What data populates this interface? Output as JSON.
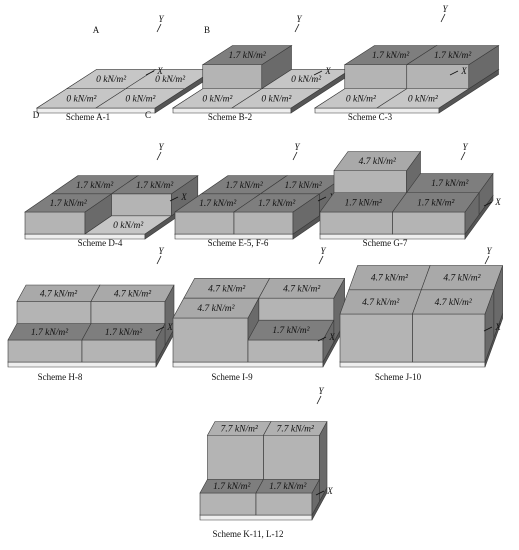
{
  "colors": {
    "top_unloaded": "#c6c6c6",
    "top_17": "#7e7e7e",
    "top_47": "#a9a9a9",
    "top_77": "#b0b0b0",
    "side_light": "#9a9a9a",
    "side_dark": "#6a6a6a",
    "front_light": "#b4b4b4",
    "front_dark": "#8a8a8a",
    "base": "#eeeeee",
    "base_side": "#555555",
    "edge": "#3a3a3a"
  },
  "axes": {
    "y": "Y",
    "x": "X"
  },
  "corners": {
    "a": "A",
    "b": "B",
    "c": "C",
    "d": "D"
  },
  "schemes": [
    {
      "id": "a1",
      "caption": "Scheme A-1",
      "panels": [
        {
          "pos": "back-left",
          "label": "0 kN/m²",
          "kind": "unloaded",
          "levels": 0
        },
        {
          "pos": "back-right",
          "label": "0 kN/m²",
          "kind": "unloaded",
          "levels": 0
        },
        {
          "pos": "front-left",
          "label": "0 kN/m²",
          "kind": "unloaded",
          "levels": 0
        },
        {
          "pos": "front-right",
          "label": "0 kN/m²",
          "kind": "unloaded",
          "levels": 0
        }
      ]
    },
    {
      "id": "b2",
      "caption": "Scheme B-2",
      "panels": [
        {
          "pos": "back-left",
          "label": "1.7 kN/m²",
          "kind": "1.7",
          "levels": 1
        },
        {
          "pos": "back-right",
          "label": "0 kN/m²",
          "kind": "unloaded",
          "levels": 0
        },
        {
          "pos": "front-left",
          "label": "0 kN/m²",
          "kind": "unloaded",
          "levels": 0
        },
        {
          "pos": "front-right",
          "label": "0 kN/m²",
          "kind": "unloaded",
          "levels": 0
        }
      ]
    },
    {
      "id": "c3",
      "caption": "Scheme C-3",
      "panels": [
        {
          "pos": "back-left",
          "label": "1.7 kN/m²",
          "kind": "1.7",
          "levels": 1
        },
        {
          "pos": "back-right",
          "label": "1.7 kN/m²",
          "kind": "1.7",
          "levels": 1
        },
        {
          "pos": "front-left",
          "label": "0 kN/m²",
          "kind": "unloaded",
          "levels": 0
        },
        {
          "pos": "front-right",
          "label": "0 kN/m²",
          "kind": "unloaded",
          "levels": 0
        }
      ]
    },
    {
      "id": "d4",
      "caption": "Scheme D-4",
      "panels": [
        {
          "pos": "back-left",
          "label": "1.7 kN/m²",
          "kind": "1.7",
          "levels": 1
        },
        {
          "pos": "back-right",
          "label": "1.7 kN/m²",
          "kind": "1.7",
          "levels": 1
        },
        {
          "pos": "front-left",
          "label": "1.7 kN/m²",
          "kind": "1.7",
          "levels": 1
        },
        {
          "pos": "front-right",
          "label": "0 kN/m²",
          "kind": "unloaded",
          "levels": 0
        }
      ]
    },
    {
      "id": "e5",
      "caption": "Scheme E-5, F-6",
      "panels": [
        {
          "pos": "back-left",
          "label": "1.7 kN/m²",
          "kind": "1.7",
          "levels": 1
        },
        {
          "pos": "back-right",
          "label": "1.7 kN/m²",
          "kind": "1.7",
          "levels": 1
        },
        {
          "pos": "front-left",
          "label": "1.7 kN/m²",
          "kind": "1.7",
          "levels": 1
        },
        {
          "pos": "front-right",
          "label": "1.7 kN/m²",
          "kind": "1.7",
          "levels": 1
        }
      ]
    },
    {
      "id": "g7",
      "caption": "Scheme G-7",
      "panels": [
        {
          "pos": "back-left",
          "label": "4.7 kN/m²",
          "kind": "4.7",
          "levels": 2
        },
        {
          "pos": "back-right",
          "label": "1.7 kN/m²",
          "kind": "1.7",
          "levels": 1
        },
        {
          "pos": "front-left",
          "label": "1.7 kN/m²",
          "kind": "1.7",
          "levels": 1
        },
        {
          "pos": "front-right",
          "label": "1.7 kN/m²",
          "kind": "1.7",
          "levels": 1
        }
      ]
    },
    {
      "id": "h8",
      "caption": "Scheme H-8",
      "panels": [
        {
          "pos": "back-left",
          "label": "4.7 kN/m²",
          "kind": "4.7",
          "levels": 2
        },
        {
          "pos": "back-right",
          "label": "4.7 kN/m²",
          "kind": "4.7",
          "levels": 2
        },
        {
          "pos": "front-left",
          "label": "1.7 kN/m²",
          "kind": "1.7",
          "levels": 1
        },
        {
          "pos": "front-right",
          "label": "1.7 kN/m²",
          "kind": "1.7",
          "levels": 1
        }
      ]
    },
    {
      "id": "i9",
      "caption": "Scheme I-9",
      "panels": [
        {
          "pos": "back-left",
          "label": "4.7 kN/m²",
          "kind": "4.7",
          "levels": 2
        },
        {
          "pos": "back-right",
          "label": "4.7 kN/m²",
          "kind": "4.7",
          "levels": 2
        },
        {
          "pos": "front-left",
          "label": "4.7 kN/m²",
          "kind": "4.7",
          "levels": 2
        },
        {
          "pos": "front-right",
          "label": "1.7 kN/m²",
          "kind": "1.7",
          "levels": 1
        }
      ]
    },
    {
      "id": "j10",
      "caption": "Scheme J-10",
      "panels": [
        {
          "pos": "back-left",
          "label": "4.7 kN/m²",
          "kind": "4.7",
          "levels": 2
        },
        {
          "pos": "back-right",
          "label": "4.7 kN/m²",
          "kind": "4.7",
          "levels": 2
        },
        {
          "pos": "front-left",
          "label": "4.7 kN/m²",
          "kind": "4.7",
          "levels": 2
        },
        {
          "pos": "front-right",
          "label": "4.7 kN/m²",
          "kind": "4.7",
          "levels": 2
        }
      ]
    },
    {
      "id": "k11",
      "caption": "Scheme K-11, L-12",
      "panels": [
        {
          "pos": "back-left",
          "label": "7.7 kN/m²",
          "kind": "7.7",
          "levels": 3
        },
        {
          "pos": "back-right",
          "label": "7.7 kN/m²",
          "kind": "7.7",
          "levels": 3
        },
        {
          "pos": "front-left",
          "label": "1.7 kN/m²",
          "kind": "1.7",
          "levels": 1
        },
        {
          "pos": "front-right",
          "label": "1.7 kN/m²",
          "kind": "1.7",
          "levels": 1
        }
      ]
    }
  ]
}
